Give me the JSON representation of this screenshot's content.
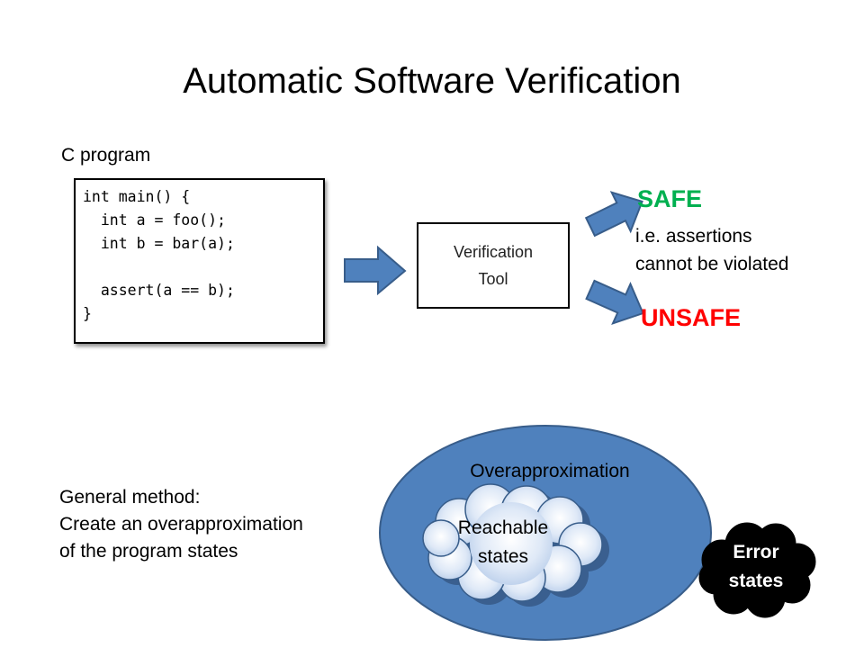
{
  "title": "Automatic Software Verification",
  "program_label": "C program",
  "code_lines": [
    "int main() {",
    "  int a = foo();",
    "  int b = bar(a);",
    "",
    "  assert(a == b);",
    "}"
  ],
  "tool": {
    "line1": "Verification",
    "line2": "Tool"
  },
  "safe": {
    "label": "SAFE",
    "note1": "i.e. assertions",
    "note2": "cannot be violated",
    "color": "#00b050"
  },
  "unsafe": {
    "label": "UNSAFE",
    "color": "#ff0000"
  },
  "method": {
    "line1": "General method:",
    "line2": "Create an overapproximation",
    "line3": "of the program states"
  },
  "diagram": {
    "overapproximation": "Overapproximation",
    "reachable1": "Reachable",
    "reachable2": "states",
    "error1": "Error",
    "error2": "states"
  },
  "colors": {
    "arrow_blue": "#4f81bd",
    "ellipse_blue": "#4f81bd",
    "cloud_light": "#c6d9f1",
    "error_black": "#000000"
  }
}
